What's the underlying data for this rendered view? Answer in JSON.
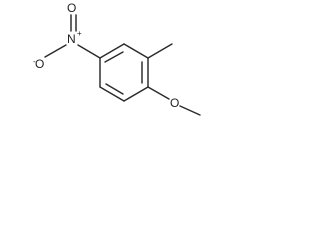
{
  "structure": {
    "atoms": {
      "nitro_n": "N",
      "nitro_o_top": "O",
      "nitro_o_left": "O",
      "methoxy_o": "O"
    },
    "charges": {
      "nitro_n_charge": "+",
      "nitro_o_left_charge": "-"
    },
    "colors": {
      "bond": "#2a2a2a",
      "text": "#222222",
      "background": "#ffffff"
    }
  }
}
